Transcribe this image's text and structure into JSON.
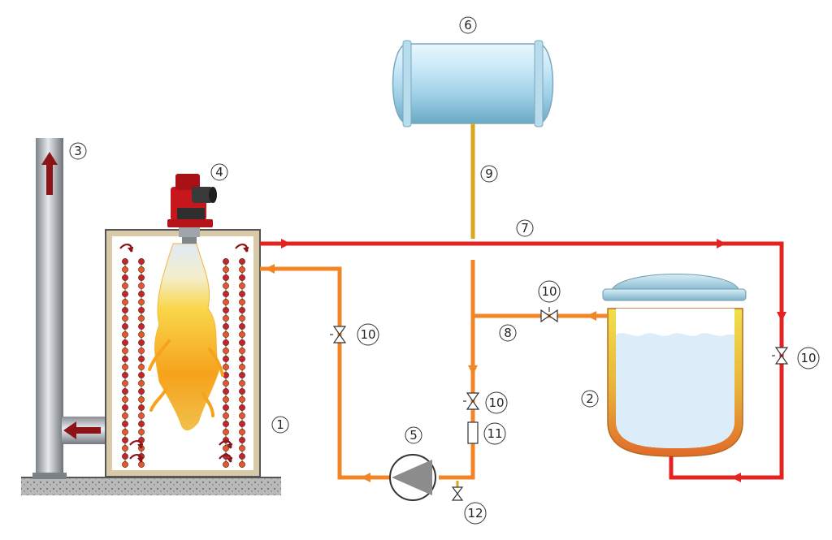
{
  "labels": {
    "heater": "1",
    "reactor": "2",
    "chimney": "3",
    "burner": "4",
    "pump": "5",
    "expansion_tank": "6",
    "hot_line": "7",
    "return_line": "8",
    "expansion_line": "9",
    "valve": "10",
    "filter": "11",
    "drain_valve": "12"
  },
  "colors": {
    "hot_line": "#e52222",
    "return_line": "#f28627",
    "expansion_line": "#d9a621",
    "wall": "#d8c9a8",
    "flame": "#f7a51c",
    "burner_body": "#c8171c",
    "tank_fill": "#c9e9f8"
  }
}
